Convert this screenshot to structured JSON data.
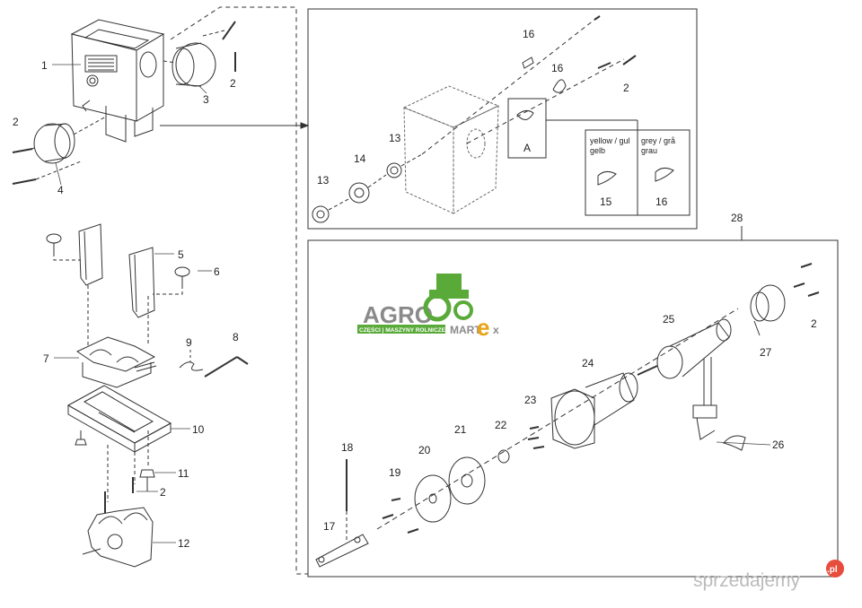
{
  "callouts": {
    "c1": "1",
    "c2": "2",
    "c3": "3",
    "c4": "4",
    "c5": "5",
    "c6": "6",
    "c7": "7",
    "c8": "8",
    "c9": "9",
    "c10": "10",
    "c11": "11",
    "c12": "12",
    "c13": "13",
    "c14": "14",
    "c15": "15",
    "c16": "16",
    "c17": "17",
    "c18": "18",
    "c19": "19",
    "c20": "20",
    "c21": "21",
    "c22": "22",
    "c23": "23",
    "c24": "24",
    "c25": "25",
    "c26": "26",
    "c27": "27",
    "c28": "28",
    "detail": "A"
  },
  "color_legend": {
    "yellow_line1": "yellow / gul",
    "yellow_line2": "gelb",
    "grey_line1": "grey / grå",
    "grey_line2": "grau"
  },
  "logo": {
    "agro": "AGRO",
    "martex_left": "MART",
    "martex_e": "e",
    "martex_x": "x",
    "tagline": "CZĘŚCI | MASZYNY ROLNICZE"
  },
  "watermark": {
    "site": "sprzedajemy",
    "tld": ".pl"
  },
  "colors": {
    "line": "#333333",
    "logo_green": "#5aaa3a",
    "logo_grey": "#8a8a8a",
    "logo_orange": "#e8a317",
    "watermark_red": "#e74c3c"
  }
}
